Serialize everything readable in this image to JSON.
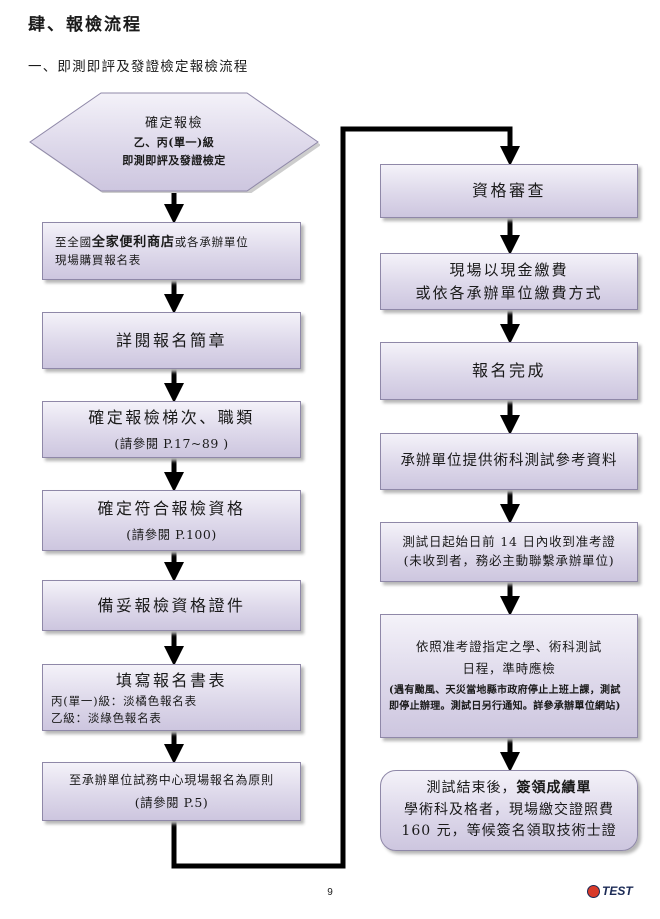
{
  "heading": "肆、報檢流程",
  "subheading": "一、即測即評及發證檢定報檢流程",
  "start": {
    "line1": "確定報檢",
    "line2": "乙、丙(單一)級",
    "line3": "即測即評及發證檢定"
  },
  "left_steps": {
    "s1_pre": "至全國",
    "s1_bold": "全家便利商店",
    "s1_post": "或各承辦單位",
    "s1_line2": "現場購買報名表",
    "s2": "詳閱報名簡章",
    "s3": "確定報檢梯次、職類",
    "s3_ref": "(請參閱 P.17~89 )",
    "s4": "確定符合報檢資格",
    "s4_ref": "(請參閱 P.100)",
    "s5": "備妥報檢資格證件",
    "s6": "填寫報名書表",
    "s6_line2": "丙(單一)級：淡橘色報名表",
    "s6_line3": "乙級：淡綠色報名表",
    "s7": "至承辦單位試務中心現場報名為原則",
    "s7_ref": "(請參閱 P.5)"
  },
  "right_steps": {
    "r1": "資格審查",
    "r2_line1": "現場以現金繳費",
    "r2_line2": "或依各承辦單位繳費方式",
    "r3": "報名完成",
    "r4": "承辦單位提供術科測試參考資料",
    "r5_line1": "測試日起始日前 14 日內收到准考證",
    "r5_line2": "(未收到者，務必主動聯繫承辦單位)",
    "r6_line1": "依照准考證指定之學、術科測試",
    "r6_line2": "日程，準時應檢",
    "r6_note": "(遇有颱風、天災當地縣市政府停止上班上課，測試即停止辦理。測試日另行通知。詳參承辦單位網站)",
    "r7_pre": "測試結束後，",
    "r7_bold": "簽領成績單",
    "r7_line2": "學術科及格者，現場繳交證照費",
    "r7_line3": "160 元，等候簽名領取技術士證"
  },
  "footer": {
    "page_number": "9",
    "logo_text": "TEST"
  },
  "colors": {
    "box_fill_top": "#f4f2f9",
    "box_fill_bottom": "#cdc6df",
    "box_border": "#8f88a8",
    "arrow": "#000000"
  }
}
